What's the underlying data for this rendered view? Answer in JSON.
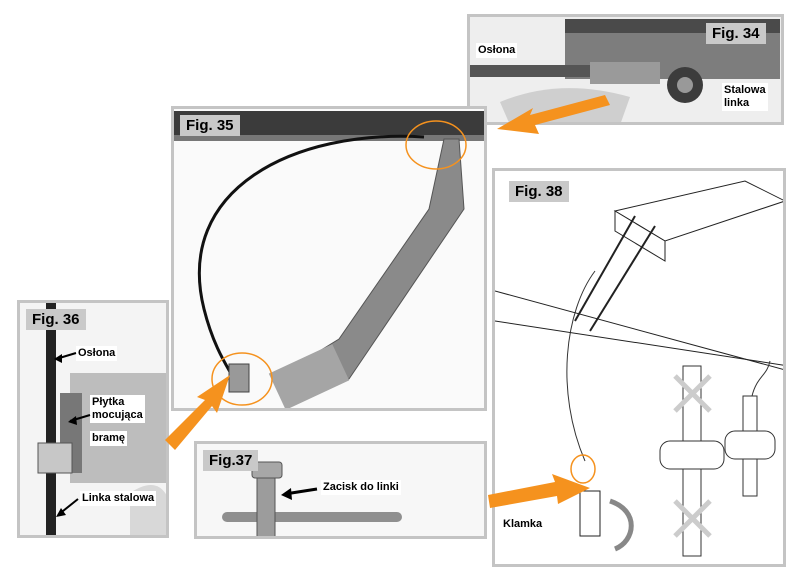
{
  "figures": {
    "fig34": {
      "label": "Fig. 34",
      "callouts": [
        "Osłona",
        "Stalowa\nlinka"
      ]
    },
    "fig35": {
      "label": "Fig. 35"
    },
    "fig36": {
      "label": "Fig. 36",
      "callouts": [
        "Osłona",
        "Płytka\nmocująca",
        "bramę",
        "Linka stalowa"
      ]
    },
    "fig37": {
      "label": "Fig.37",
      "callouts": [
        "Zacisk do linki"
      ]
    },
    "fig38": {
      "label": "Fig. 38",
      "callouts": [
        "Klamka"
      ]
    }
  },
  "colors": {
    "accent": "#f5921e",
    "panel_border": "#c4c4c4",
    "label_bg": "#c9c9c9"
  }
}
